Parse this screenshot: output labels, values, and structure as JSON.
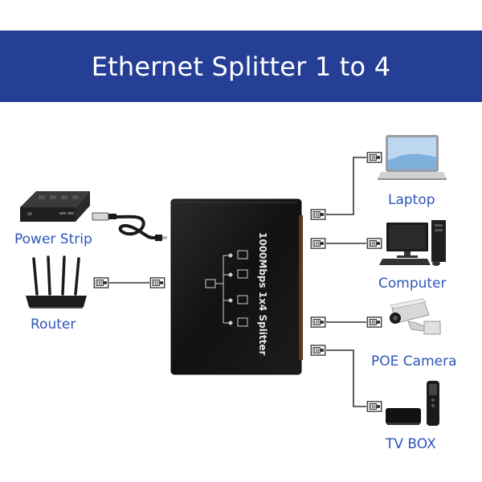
{
  "banner": {
    "title": "Ethernet Splitter 1 to 4",
    "background": "#263f96"
  },
  "splitter": {
    "label": "1000Mbps 1x4 Splitter"
  },
  "inputs": [
    {
      "label": "Power Strip",
      "icon": "power-strip-icon"
    },
    {
      "label": "Router",
      "icon": "router-icon"
    }
  ],
  "outputs": [
    {
      "label": "Laptop",
      "icon": "laptop-icon"
    },
    {
      "label": "Computer",
      "icon": "computer-icon"
    },
    {
      "label": "POE Camera",
      "icon": "poe-camera-icon"
    },
    {
      "label": "TV BOX",
      "icon": "tv-box-icon"
    }
  ],
  "colors": {
    "label_text": "#2b56b8",
    "cable": "#333333",
    "device": "#1a1a1a"
  }
}
